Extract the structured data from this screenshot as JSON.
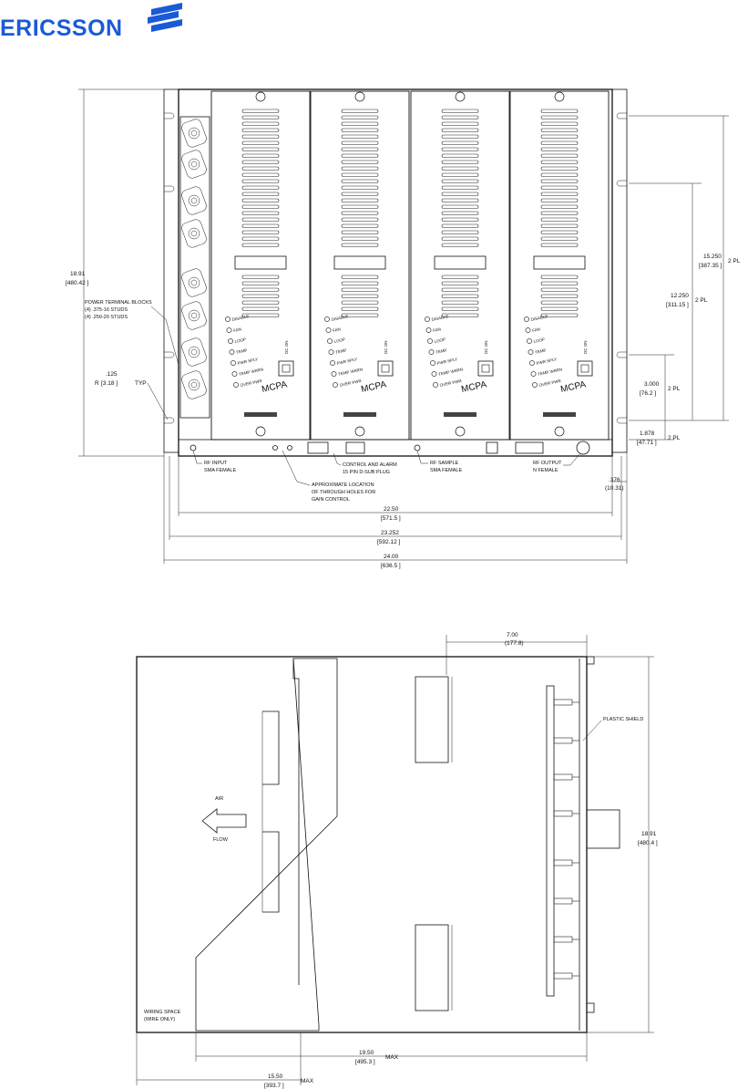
{
  "brand": {
    "name": "ERICSSON",
    "color": "#1a5ad7"
  },
  "front_view": {
    "module_text": "MCPA",
    "led_labels": [
      "DISABLE",
      "FAN",
      "LOOP",
      "TEMP",
      "PWR SPLY",
      "TEMP WARN",
      "OVER PWR"
    ],
    "ps_label": "DC ON",
    "labels": {
      "rf_input": [
        "RF INPUT",
        "SMA FEMALE"
      ],
      "approx_location": [
        "APPROXIMATE LOCATION",
        "OF THROUGH HOLES FOR",
        "GAIN CONTROL"
      ],
      "control_alarm": [
        "CONTROL AND ALARM",
        "15 PIN D-SUB PLUG"
      ],
      "rf_sample": [
        "RF SAMPLE",
        "SMA FEMALE"
      ],
      "rf_output": [
        "RF OUTPUT",
        "N FEMALE"
      ],
      "power_blocks": [
        "POWER TERMINAL BLOCKS",
        "(4) .375-16 STUDS",
        "(4) .250-20 STUDS"
      ]
    },
    "dims": {
      "height_in": "18.91",
      "height_mm": "[480.42 ]",
      "r_in": ".125",
      "r_prefix": "R",
      "r_mm": "[3.18 ]",
      "r_suffix": "TYP",
      "d1_in": "15.250",
      "d1_mm": "[387.35 ]",
      "d2_in": "12.250",
      "d2_mm": "[311.15 ]",
      "d3_in": "3.000",
      "d3_mm": "[76.2 ]",
      "d4_in": "1.878",
      "d4_mm": "[47.71 ]",
      "pl": "2 PL",
      "side_in": ".376",
      "side_mm": "(10.31)",
      "w1_in": "22.50",
      "w1_mm": "[571.5 ]",
      "w2_in": "23.252",
      "w2_mm": "[592.12 ]",
      "w3_in": "24.00",
      "w3_mm": "[636.5 ]"
    }
  },
  "side_view": {
    "labels": {
      "air": "AIR",
      "flow": "FLOW",
      "plastic_shield": "PLASTIC SHIELD",
      "wiring_space": [
        "WIRING SPACE",
        "(WIRE ONLY)"
      ]
    },
    "dims": {
      "top_in": "7.00",
      "top_mm": "(177.8)",
      "height_in": "18.91",
      "height_mm": "[480.4 ]",
      "b1_in": "19.50",
      "b1_mm": "[495.3 ]",
      "b2_in": "15.50",
      "b2_mm": "[393.7 ]",
      "max": "MAX"
    }
  }
}
